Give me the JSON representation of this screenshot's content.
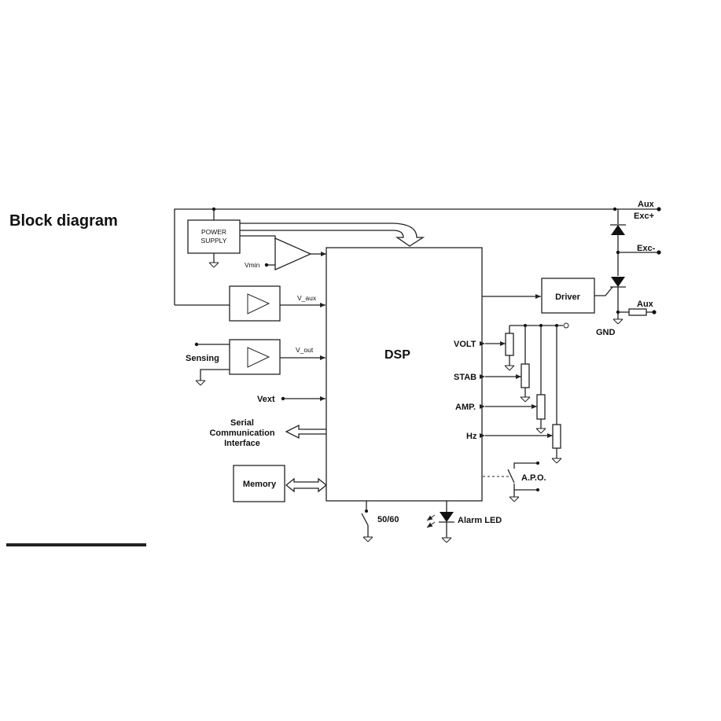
{
  "title": "Block diagram",
  "blocks": {
    "power_supply": "POWER SUPPLY",
    "dsp": "DSP",
    "driver": "Driver",
    "memory": "Memory"
  },
  "signals": {
    "vmin": "Vmin",
    "v_aux": "V_aux",
    "v_out": "V_out",
    "sensing": "Sensing",
    "vext": "Vext",
    "serial": [
      "Serial",
      "Communication",
      "Interface"
    ],
    "aux_top": "Aux",
    "exc_plus": "Exc+",
    "exc_minus": "Exc-",
    "aux_bottom": "Aux",
    "gnd": "GND",
    "volt": "VOLT",
    "stab": "STAB",
    "amp": "AMP.",
    "hz": "Hz",
    "apo": "A.P.O.",
    "freq_switch": "50/60",
    "alarm_led": "Alarm LED"
  },
  "colors": {
    "line": "#222222",
    "background": "#ffffff"
  }
}
